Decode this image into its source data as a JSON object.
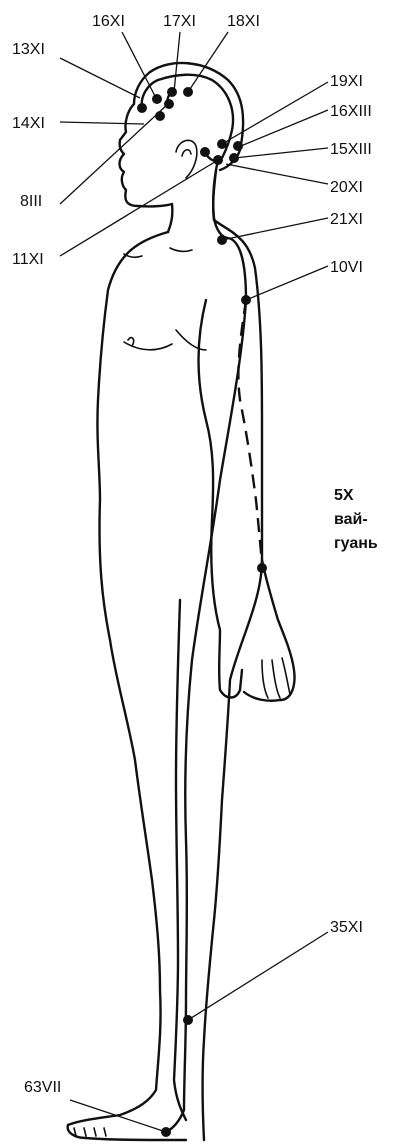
{
  "points": [
    {
      "id": "p13xi",
      "label": "13XI"
    },
    {
      "id": "p16xi",
      "label": "16XI"
    },
    {
      "id": "p17xi",
      "label": "17XI"
    },
    {
      "id": "p18xi",
      "label": "18XI"
    },
    {
      "id": "p14xi",
      "label": "14XI"
    },
    {
      "id": "p8iii",
      "label": "8III"
    },
    {
      "id": "p11xi",
      "label": "11XI"
    },
    {
      "id": "p19xi",
      "label": "19XI"
    },
    {
      "id": "p16xiii",
      "label": "16XIII"
    },
    {
      "id": "p15xiii",
      "label": "15XIII"
    },
    {
      "id": "p20xi",
      "label": "20XI"
    },
    {
      "id": "p21xi",
      "label": "21XI"
    },
    {
      "id": "p10vi",
      "label": "10VI"
    },
    {
      "id": "p5x",
      "label": "5X",
      "sublabel_1": "вай-",
      "sublabel_2": "гуань"
    },
    {
      "id": "p35xi",
      "label": "35XI"
    },
    {
      "id": "p63vii",
      "label": "63VII"
    }
  ]
}
